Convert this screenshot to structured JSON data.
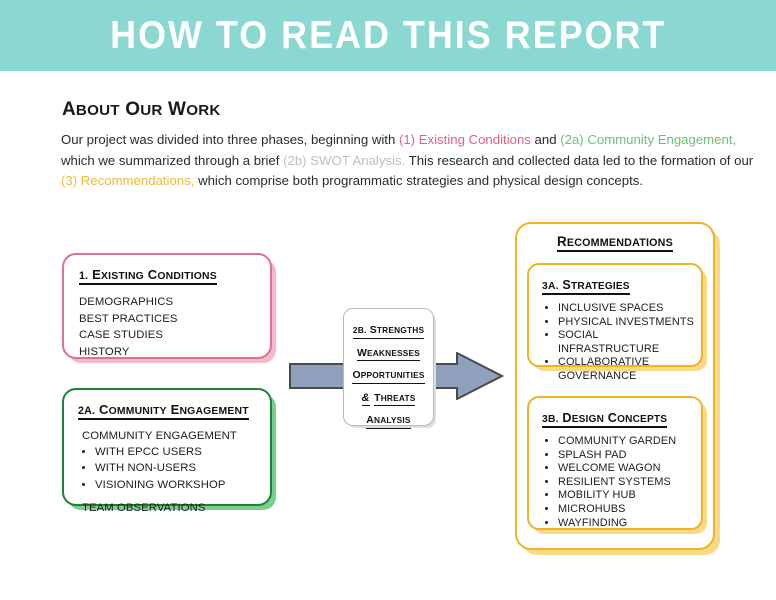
{
  "banner": {
    "title": "HOW TO READ THIS REPORT",
    "bg_color": "#8bd8d2",
    "text_color": "#ffffff"
  },
  "about": {
    "heading_first": "A",
    "heading_first_rest": "BOUT ",
    "heading_second": "O",
    "heading_second_rest": "UR ",
    "heading_third": "W",
    "heading_third_rest": "ORK",
    "heading_plain": "About Our Work",
    "p1_a": "Our project was divided into three phases, beginning with ",
    "p1_pink": "(1) Existing Conditions",
    "p1_b": " and ",
    "p1_green": "(2a) Community Engagement,",
    "p1_c": " which we summarized through a brief ",
    "p1_gray": "(2b) SWOT Analysis.",
    "p1_d": " This research and collected data led to the formation of our ",
    "p1_gold": "(3) Recommendations,",
    "p1_e": " which comprise both programmatic strategies and physical design concepts."
  },
  "colors": {
    "pink": "#e0718f",
    "pink_shadow": "#f4b8c6",
    "green": "#1e8236",
    "green_shadow": "#79cf8b",
    "gold": "#f0b323",
    "gold_shadow": "#f8d988",
    "swot_border": "#b5b9bf",
    "arrow_fill": "#8fa0bd",
    "arrow_stroke": "#4a4a4a",
    "text_pink": "#e8607f",
    "text_green": "#6fbf73",
    "text_gray": "#b9c0c9",
    "text_gold": "#f0b93e"
  },
  "existing_conditions": {
    "title_num": "1. E",
    "title_rest": "XISTING ",
    "title_c": "C",
    "title_c_rest": "ONDITIONS",
    "title_plain": "1. Existing Conditions",
    "items": [
      "DEMOGRAPHICS",
      "BEST PRACTICES",
      "CASE STUDIES",
      "HISTORY"
    ]
  },
  "community_engagement": {
    "title_plain": "2A. Community Engagement",
    "subhead": "COMMUNITY ENGAGEMENT",
    "bullets": [
      "WITH EPCC USERS",
      "WITH NON-USERS",
      "VISIONING WORKSHOP"
    ],
    "tail": "TEAM OBSERVATIONS"
  },
  "swot": {
    "lines": [
      "2B. STRENGTHS",
      "WEAKNESSES",
      "OPPORTUNITIES",
      "&",
      "THREATS",
      "ANALYSIS"
    ]
  },
  "recommendations": {
    "title": "RECOMMENDATIONS",
    "strategies": {
      "title_plain": "3A. Strategies",
      "bullets": [
        "INCLUSIVE SPACES",
        "PHYSICAL INVESTMENTS",
        "SOCIAL INFRASTRUCTURE",
        "COLLABORATIVE GOVERNANCE"
      ]
    },
    "design_concepts": {
      "title_plain": "3B. Design Concepts",
      "bullets": [
        "COMMUNITY GARDEN",
        "SPLASH PAD",
        "WELCOME WAGON",
        "RESILIENT SYSTEMS",
        "MOBILITY HUB",
        "MICROHUBS",
        "WAYFINDING"
      ]
    }
  },
  "arrow": {
    "name": "process-flow-arrow",
    "direction": "right"
  }
}
